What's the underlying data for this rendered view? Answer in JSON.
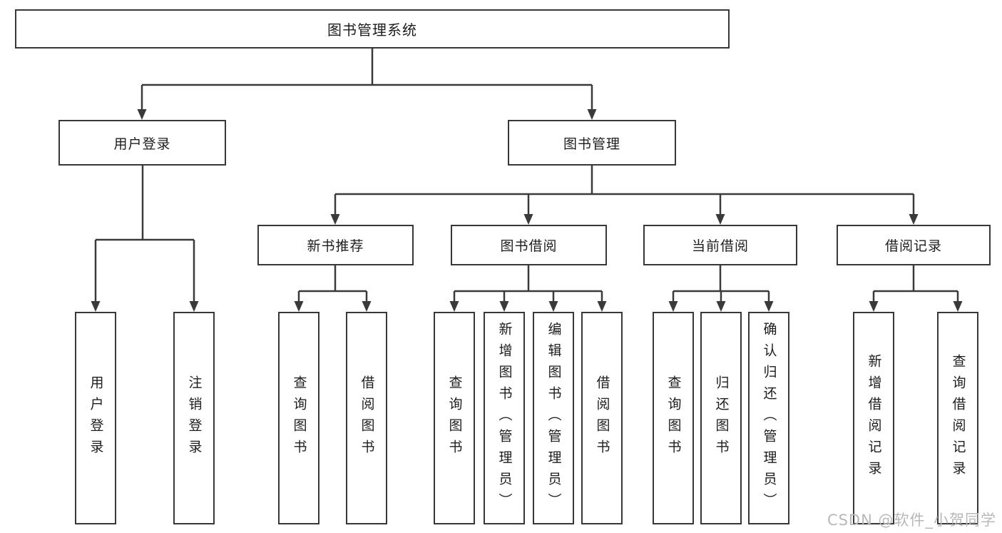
{
  "colors": {
    "background": "#ffffff",
    "line": "#3a3a3a",
    "box_border": "#383838",
    "text": "#1d1d1d",
    "watermark": "#b8b8b8"
  },
  "watermark": {
    "text": "CSDN @软件_小贺同学"
  },
  "tree": {
    "label": "图书管理系统",
    "children": [
      {
        "label": "用户登录",
        "children": [
          {
            "label": "用户登录"
          },
          {
            "label": "注销登录"
          }
        ]
      },
      {
        "label": "图书管理",
        "children": [
          {
            "label": "新书推荐",
            "children": [
              {
                "label": "查询图书"
              },
              {
                "label": "借阅图书"
              }
            ]
          },
          {
            "label": "图书借阅",
            "children": [
              {
                "label": "查询图书"
              },
              {
                "label": "新增图书（管理员）"
              },
              {
                "label": "编辑图书（管理员）"
              },
              {
                "label": "借阅图书"
              }
            ]
          },
          {
            "label": "当前借阅",
            "children": [
              {
                "label": "查询图书"
              },
              {
                "label": "归还图书"
              },
              {
                "label": "确认归还（管理员）"
              }
            ]
          },
          {
            "label": "借阅记录",
            "children": [
              {
                "label": "新增借阅记录"
              },
              {
                "label": "查询借阅记录"
              }
            ]
          }
        ]
      }
    ]
  }
}
